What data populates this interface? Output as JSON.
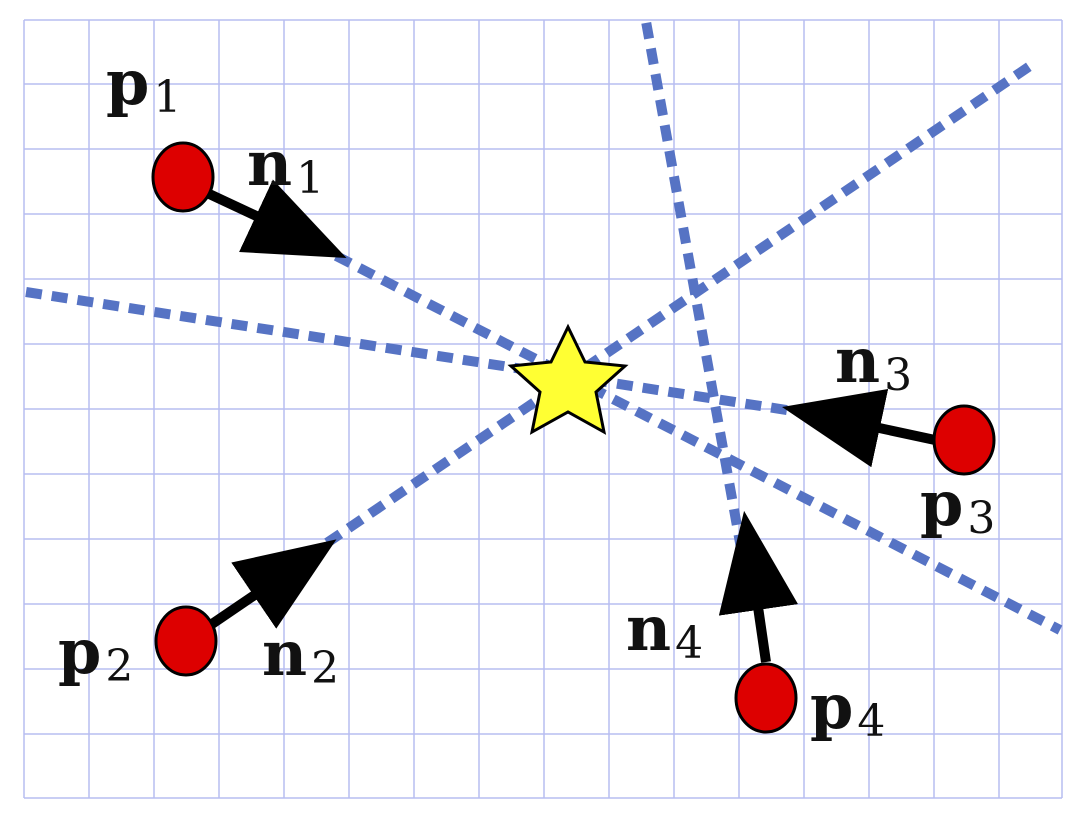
{
  "colors": {
    "background": "#ffffff",
    "grid": "#b7bdf1",
    "dashed_line": "#5673c4",
    "point_fill": "#dd0000",
    "point_stroke": "#000000",
    "arrow": "#000000",
    "star_fill": "#ffff33",
    "star_stroke": "#000000"
  },
  "icons": {
    "intersection": "star-icon",
    "point": "circle-icon",
    "normal": "arrow-icon"
  },
  "points": [
    {
      "id": "p1",
      "label": "p",
      "subscript": "1"
    },
    {
      "id": "p2",
      "label": "p",
      "subscript": "2"
    },
    {
      "id": "p3",
      "label": "p",
      "subscript": "3"
    },
    {
      "id": "p4",
      "label": "p",
      "subscript": "4"
    }
  ],
  "normals": [
    {
      "id": "n1",
      "label": "n",
      "subscript": "1"
    },
    {
      "id": "n2",
      "label": "n",
      "subscript": "2"
    },
    {
      "id": "n3",
      "label": "n",
      "subscript": "3"
    },
    {
      "id": "n4",
      "label": "n",
      "subscript": "4"
    }
  ]
}
